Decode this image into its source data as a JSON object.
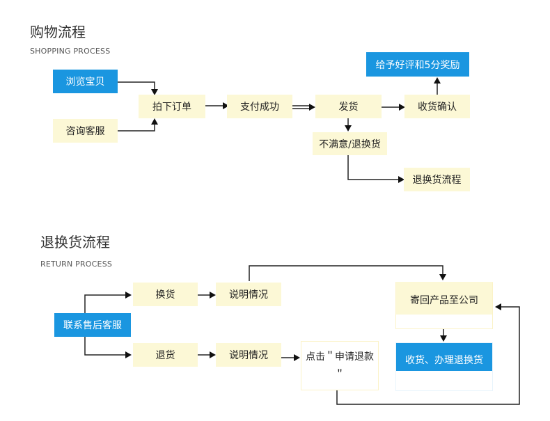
{
  "shopping": {
    "title": "购物流程",
    "subtitle": "SHOPPING PROCESS",
    "browse": "浏览宝贝",
    "consult": "咨询客服",
    "order": "拍下订单",
    "pay": "支付成功",
    "ship": "发货",
    "confirm": "收货确认",
    "review": "给予好评和5分奖励",
    "unsatisfied": "不满意/退换货",
    "return_process": "退换货流程"
  },
  "returns": {
    "title": "退换货流程",
    "subtitle": "RETURN PROCESS",
    "contact": "联系售后客服",
    "exchange": "换货",
    "refund": "退货",
    "explain1": "说明情况",
    "explain2": "说明情况",
    "apply_line1": "点击＂申请退款",
    "apply_line2": "＂",
    "send_back": "寄回产品至公司",
    "receive": "收货、办理退换货"
  },
  "colors": {
    "accent_blue": "#1a96e0",
    "box_yellow": "#fcf8d6"
  }
}
